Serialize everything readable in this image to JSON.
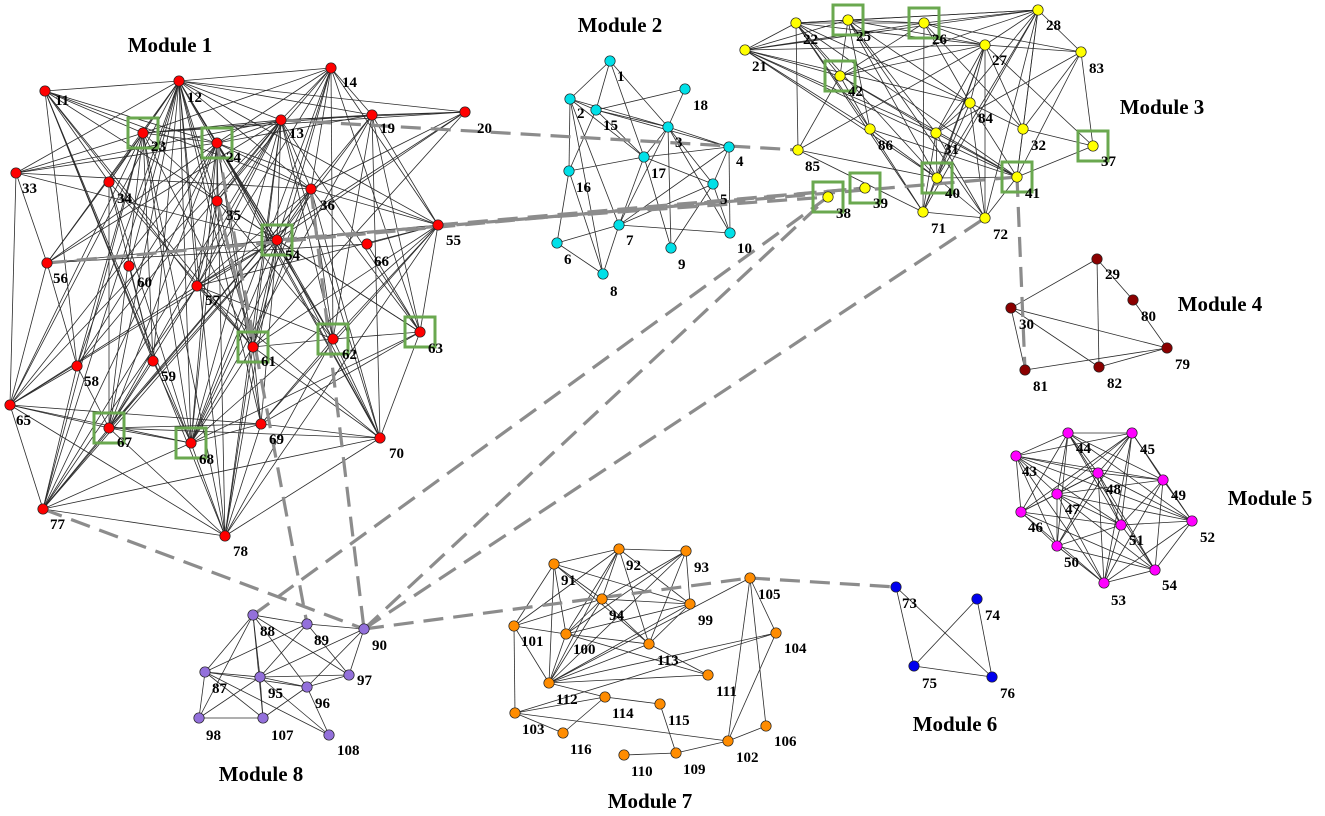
{
  "colors": {
    "module_1": "#ff0000",
    "module_2": "#00e0e8",
    "module_3": "#ffff00",
    "module_4": "#8b0000",
    "module_5": "#ff00ff",
    "module_6": "#0000ee",
    "module_7": "#ff8c00",
    "module_8": "#9370db",
    "hub_box": "#6aa84f",
    "intermodule_link": "#8c8c8c"
  },
  "modules": [
    {
      "id": "m1",
      "label": "Module 1",
      "color_key": "module_1",
      "nodes": [
        "11",
        "12",
        "13",
        "14",
        "19",
        "20",
        "23",
        "24",
        "33",
        "34",
        "35",
        "36",
        "54",
        "55",
        "56",
        "57",
        "58",
        "59",
        "60",
        "61",
        "62",
        "63",
        "65",
        "66",
        "67",
        "68",
        "69",
        "70",
        "77",
        "78"
      ]
    },
    {
      "id": "m2",
      "label": "Module 2",
      "color_key": "module_2",
      "nodes": [
        "1",
        "2",
        "3",
        "4",
        "5",
        "6",
        "7",
        "8",
        "9",
        "10",
        "15",
        "16",
        "17",
        "18"
      ]
    },
    {
      "id": "m3",
      "label": "Module 3",
      "color_key": "module_3",
      "nodes": [
        "21",
        "22",
        "25",
        "26",
        "27",
        "28",
        "31",
        "32",
        "37",
        "38",
        "39",
        "40",
        "41",
        "42",
        "71",
        "72",
        "83",
        "84",
        "85",
        "86"
      ]
    },
    {
      "id": "m4",
      "label": "Module 4",
      "color_key": "module_4",
      "nodes": [
        "29",
        "30",
        "79",
        "80",
        "81",
        "82"
      ]
    },
    {
      "id": "m5",
      "label": "Module 5",
      "color_key": "module_5",
      "nodes": [
        "43",
        "44",
        "45",
        "46",
        "47",
        "48",
        "49",
        "50",
        "51",
        "52",
        "53",
        "54b"
      ]
    },
    {
      "id": "m6",
      "label": "Module 6",
      "color_key": "module_6",
      "nodes": [
        "73",
        "74",
        "75",
        "76"
      ]
    },
    {
      "id": "m7",
      "label": "Module 7",
      "color_key": "module_7",
      "nodes": [
        "91",
        "92",
        "93",
        "94",
        "99",
        "100",
        "101",
        "102",
        "103",
        "104",
        "105",
        "106",
        "109",
        "110",
        "111",
        "112",
        "113",
        "114",
        "115",
        "116"
      ]
    },
    {
      "id": "m8",
      "label": "Module 8",
      "color_key": "module_8",
      "nodes": [
        "87",
        "88",
        "89",
        "90",
        "95",
        "96",
        "97",
        "98",
        "107",
        "108"
      ]
    }
  ],
  "node_labels": {
    "11": "11",
    "12": "12",
    "13": "13",
    "14": "14",
    "19": "19",
    "20": "20",
    "23": "23",
    "24": "24",
    "33": "33",
    "34": "34",
    "35": "35",
    "36": "36",
    "54": "54",
    "55": "55",
    "56": "56",
    "57": "57",
    "58": "58",
    "59": "59",
    "60": "60",
    "61": "61",
    "62": "62",
    "63": "63",
    "65": "65",
    "66": "66",
    "67": "67",
    "68": "68",
    "69": "69",
    "70": "70",
    "77": "77",
    "78": "78",
    "1": "1",
    "2": "2",
    "3": "3",
    "4": "4",
    "5": "5",
    "6": "6",
    "7": "7",
    "8": "8",
    "9": "9",
    "10": "10",
    "15": "15",
    "16": "16",
    "17": "17",
    "18": "18",
    "21": "21",
    "22": "22",
    "25": "25",
    "26": "26",
    "27": "27",
    "28": "28",
    "31": "31",
    "32": "32",
    "37": "37",
    "38": "38",
    "39": "39",
    "40": "40",
    "41": "41",
    "42": "42",
    "71": "71",
    "72": "72",
    "83": "83",
    "84": "84",
    "85": "85",
    "86": "86",
    "29": "29",
    "30": "30",
    "79": "79",
    "80": "80",
    "81": "81",
    "82": "82",
    "43": "43",
    "44": "44",
    "45": "45",
    "46": "46",
    "47": "47",
    "48": "48",
    "49": "49",
    "50": "50",
    "51": "51",
    "52": "52",
    "53": "53",
    "54b": "54",
    "73": "73",
    "74": "74",
    "75": "75",
    "76": "76",
    "91": "91",
    "92": "92",
    "93": "93",
    "94": "94",
    "99": "99",
    "100": "100",
    "101": "101",
    "102": "102",
    "103": "103",
    "104": "104",
    "105": "105",
    "106": "106",
    "109": "109",
    "110": "110",
    "111": "111",
    "112": "112",
    "113": "113",
    "114": "114",
    "115": "115",
    "116": "116",
    "87": "87",
    "88": "88",
    "89": "89",
    "90": "90",
    "95": "95",
    "96": "96",
    "97": "97",
    "98": "98",
    "107": "107",
    "108": "108"
  },
  "hub_nodes": [
    "23",
    "24",
    "54",
    "61",
    "62",
    "63",
    "67",
    "68",
    "25",
    "26",
    "42",
    "37",
    "38",
    "39",
    "40",
    "41"
  ],
  "intermodule_links": [
    [
      "56",
      "39"
    ],
    [
      "55",
      "38"
    ],
    [
      "55",
      "39"
    ],
    [
      "13",
      "85"
    ],
    [
      "54",
      "41"
    ],
    [
      "41",
      "81"
    ],
    [
      "24",
      "89"
    ],
    [
      "89",
      "89"
    ],
    [
      "77",
      "90"
    ],
    [
      "88",
      "38"
    ],
    [
      "90",
      "38"
    ],
    [
      "90",
      "72"
    ],
    [
      "90",
      "105"
    ],
    [
      "105",
      "73"
    ],
    [
      "36",
      "90"
    ],
    [
      "35",
      "61"
    ]
  ]
}
